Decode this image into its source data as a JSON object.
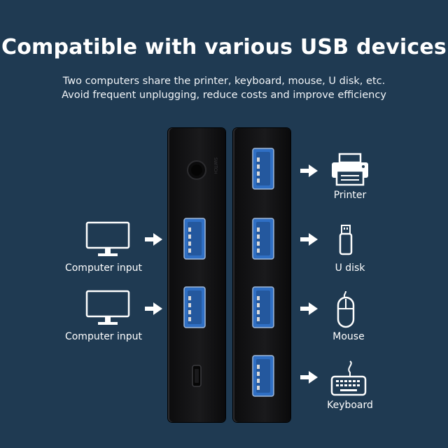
{
  "title": "Compatible with various USB devices",
  "subtitle_line1": "Two computers share the printer, keyboard, mouse, U disk, etc.",
  "subtitle_line2": "Avoid frequent unplugging, reduce costs and improve efficiency",
  "left_items": [
    {
      "label": "Computer input",
      "icon": "monitor-icon"
    },
    {
      "label": "Computer input",
      "icon": "monitor-icon"
    }
  ],
  "right_items": [
    {
      "label": "Printer",
      "icon": "printer-icon"
    },
    {
      "label": "U disk",
      "icon": "usb-drive-icon"
    },
    {
      "label": "Mouse",
      "icon": "mouse-icon"
    },
    {
      "label": "Keyboard",
      "icon": "keyboard-icon"
    }
  ],
  "device_side_label": "SWITCH",
  "colors": {
    "background": "#1f3a52",
    "usb_port_blue": "#2f6fc4",
    "device_body": "#111113",
    "text": "#ffffff"
  }
}
